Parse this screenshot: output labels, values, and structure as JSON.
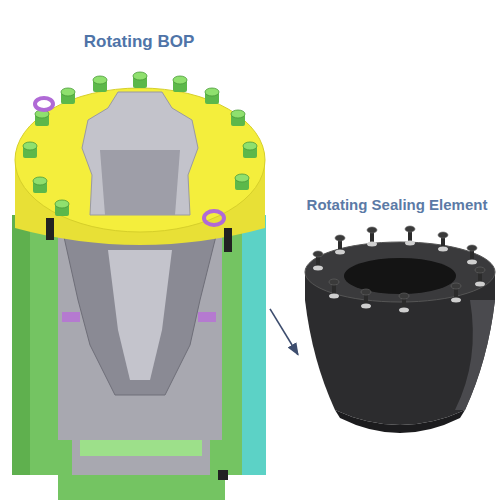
{
  "diagram": {
    "nodes": [
      {
        "text": [
          "Rotating BOP"
        ]
      },
      {
        "text": [
          "Rotating Sealing Element"
        ]
      }
    ],
    "edges": [
      {
        "from": 0,
        "to": 1,
        "arrow": "to"
      }
    ]
  }
}
